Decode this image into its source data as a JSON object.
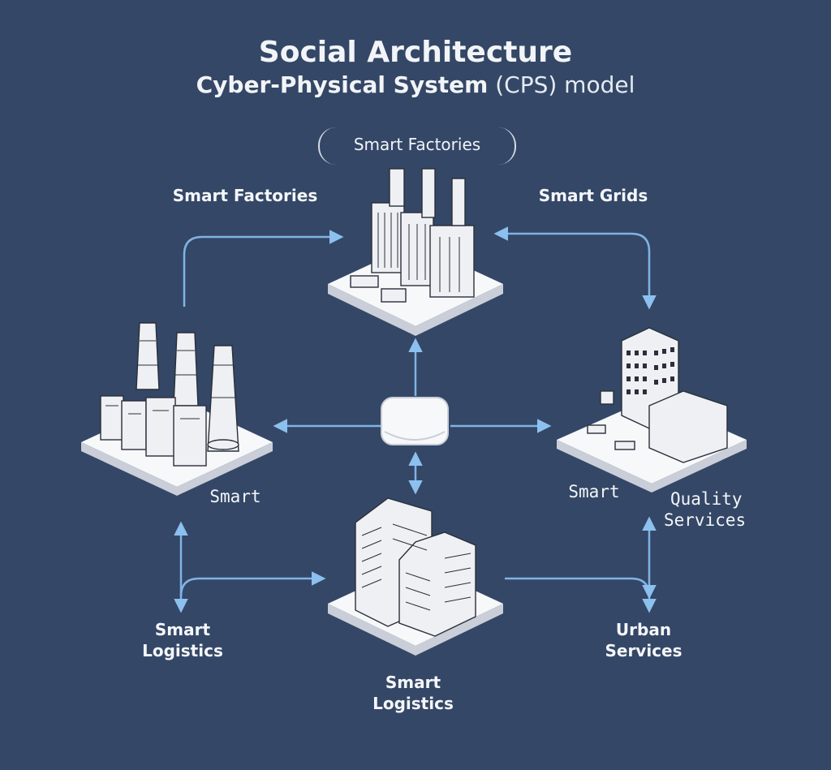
{
  "title": "Social Architecture",
  "subtitle": {
    "main": "Cyber-Physical System",
    "rest": " (CPS) model"
  },
  "top_pill_label": "Smart Factories",
  "labels": {
    "top_left": "Smart Factories",
    "top_right": "Smart Grids",
    "left_node": "Smart",
    "right_node": "Smart",
    "right_node_2a": "Quality",
    "right_node_2b": "Services",
    "bottom_left_a": "Smart",
    "bottom_left_b": "Logistics",
    "bottom_center_a": "Smart",
    "bottom_center_b": "Logistics",
    "bottom_right_a": "Urban",
    "bottom_right_b": "Services"
  },
  "colors": {
    "background": "#344766",
    "connector": "#7fb4e4",
    "platform": "#f7f8fa",
    "line_art": "#2a2f3a"
  },
  "icons": {
    "top": "factory-icon",
    "left": "power-plant-icon",
    "right": "city-block-icon",
    "bottom": "office-buildings-icon",
    "center": "hub-icon"
  }
}
